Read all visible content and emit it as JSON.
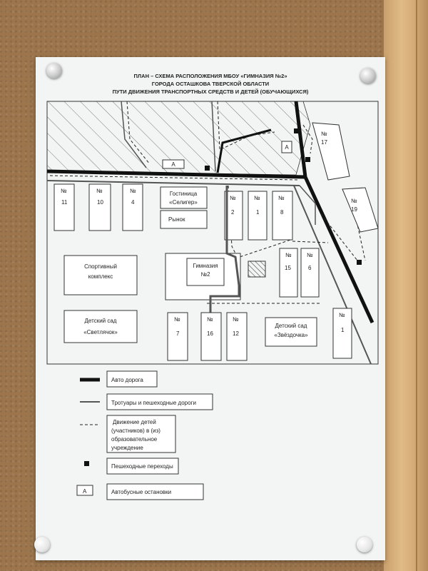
{
  "title": {
    "line1": "ПЛАН – СХЕМА РАСПОЛОЖЕНИЯ МБОУ «ГИМНАЗИЯ №2»",
    "line2": "ГОРОДА ОСТАШКОВА ТВЕРСКОЙ ОБЛАСТИ",
    "line3": "ПУТИ ДВИЖЕНИЯ ТРАНСПОРТНЫХ СРЕДСТВ И ДЕТЕЙ (ОБУЧАЮЩИХСЯ)"
  },
  "map": {
    "bus_stop_letter": "А",
    "buildings": {
      "b11": {
        "no": "№",
        "num": "11"
      },
      "b10": {
        "no": "№",
        "num": "10"
      },
      "b4": {
        "no": "№",
        "num": "4"
      },
      "b2": {
        "no": "№",
        "num": "2"
      },
      "b1": {
        "no": "№",
        "num": "1"
      },
      "b8": {
        "no": "№",
        "num": "8"
      },
      "b17": {
        "no": "№",
        "num": "17"
      },
      "b19": {
        "no": "№",
        "num": "19"
      },
      "b15": {
        "no": "№",
        "num": "15"
      },
      "b6": {
        "no": "№",
        "num": "6"
      },
      "b7": {
        "no": "№",
        "num": "7"
      },
      "b16": {
        "no": "№",
        "num": "16"
      },
      "b12": {
        "no": "№",
        "num": "12"
      },
      "b1b": {
        "no": "№",
        "num": "1"
      }
    },
    "hotel": {
      "line1": "Гостиница",
      "line2": "«Селигер»"
    },
    "market": "Рынок",
    "sport": {
      "line1": "Спортивный",
      "line2": "комплекс"
    },
    "gymnasium": {
      "line1": "Гимназия",
      "line2": "№2"
    },
    "kindergarten1": {
      "line1": "Детский сад",
      "line2": "«Светлячок»"
    },
    "kindergarten2": {
      "line1": "Детский сад",
      "line2": "«Звёздочка»"
    }
  },
  "legend": {
    "road": "Авто дорога",
    "sidewalk": "Тротуары и пешеходные дороги",
    "children": [
      "Движение детей",
      "(участников) в (из)",
      "образовательное",
      "учреждение"
    ],
    "crossing": "Пешеходные переходы",
    "bus_letter": "А",
    "bus": "Автобусные остановки"
  },
  "colors": {
    "paper": "#f3f4f4",
    "ink": "#222222",
    "cork": "#9c754c"
  }
}
